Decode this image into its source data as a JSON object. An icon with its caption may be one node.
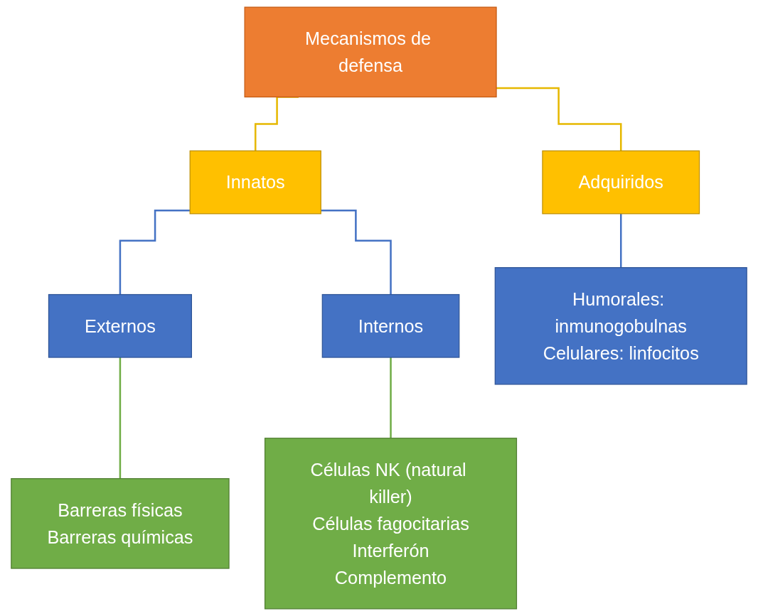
{
  "diagram": {
    "nodes": [
      {
        "text": [
          "Mecanismos de defensa"
        ]
      },
      {
        "text": [
          "Innatos"
        ]
      },
      {
        "text": [
          "Adquiridos"
        ]
      },
      {
        "text": [
          "Externos"
        ]
      },
      {
        "text": [
          "Internos"
        ]
      },
      {
        "text": [
          "Humorales: inmunogobulnas",
          "Celulares: linfocitos"
        ]
      },
      {
        "text": [
          "Barreras físicas",
          "Barreras químicas"
        ]
      },
      {
        "text": [
          "Células NK (natural killer)",
          "Células fagocitarias",
          "Interferón",
          "Complemento"
        ]
      }
    ],
    "edges": [
      {
        "from": 0,
        "to": 1,
        "arrow": "none",
        "color": "#e6b800"
      },
      {
        "from": 0,
        "to": 2,
        "arrow": "none",
        "color": "#e6b800"
      },
      {
        "from": 1,
        "to": 3,
        "arrow": "none"
      },
      {
        "from": 1,
        "to": 4,
        "arrow": "none"
      },
      {
        "from": 2,
        "to": 5,
        "arrow": "none"
      },
      {
        "from": 3,
        "to": 6,
        "arrow": "none",
        "color": "#70ad47"
      },
      {
        "from": 4,
        "to": 7,
        "arrow": "none",
        "color": "#70ad47"
      }
    ]
  }
}
